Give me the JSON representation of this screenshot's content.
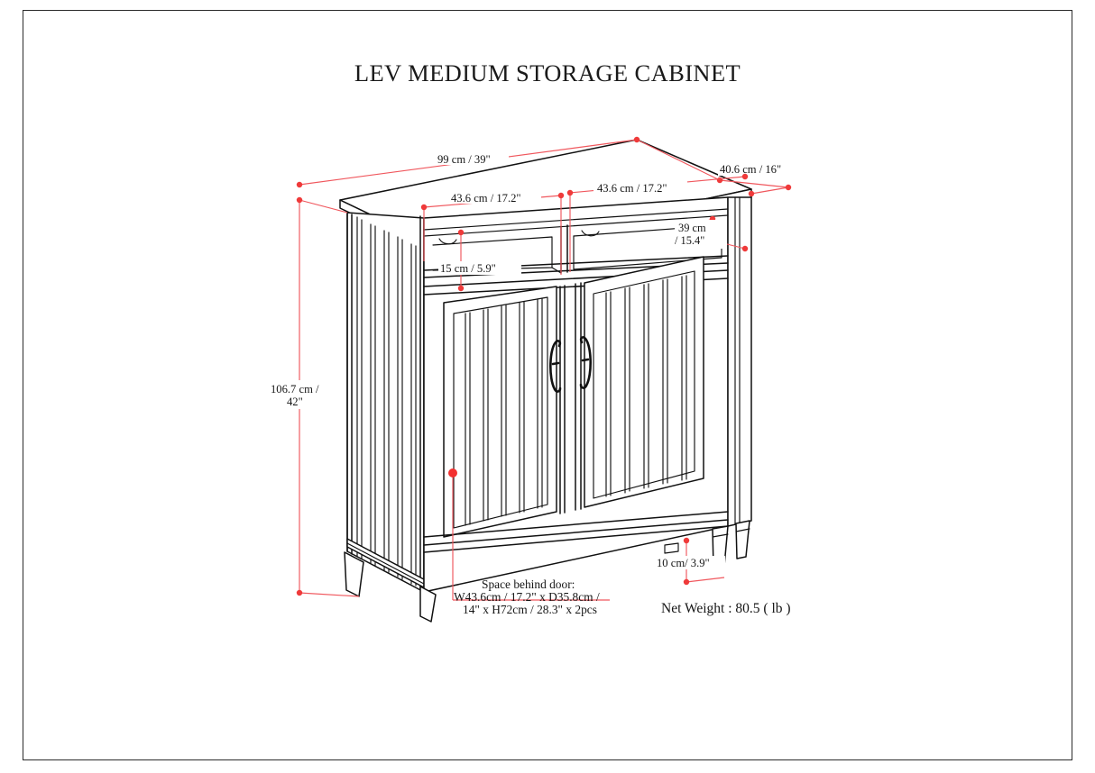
{
  "page": {
    "title": "LEV MEDIUM STORAGE CABINET",
    "border_color": "#2b2b2b",
    "background": "#ffffff"
  },
  "drawing": {
    "type": "furniture-dimension-diagram",
    "product": "Lev Medium Storage Cabinet",
    "line_color": "#111111",
    "dimension_color": "#f0575d",
    "dimension_dot_color": "#ef3a3a"
  },
  "dimensions": {
    "overall_width": "99 cm / 39\"",
    "overall_depth": "40.6 cm / 16\"",
    "overall_height": "106.7 cm /\n42\"",
    "overall_height_line1": "106.7 cm /",
    "overall_height_line2": "42\"",
    "cubby_width_left": "43.6 cm / 17.2\"",
    "cubby_width_right": "43.6 cm / 17.2\"",
    "cubby_height": "15 cm / 5.9\"",
    "shelf_depth": "39 cm",
    "shelf_depth_line2": "/ 15.4\"",
    "leg_height": "10 cm/ 3.9\""
  },
  "notes": {
    "space_behind_door_line1": "Space behind door:",
    "space_behind_door_line2": "W43.6cm / 17.2\" x D35.8cm /",
    "space_behind_door_line3": "14\" x H72cm / 28.3\" x 2pcs",
    "net_weight": "Net Weight : 80.5 ( lb )"
  },
  "features": {
    "door_count": 2,
    "cubby_count": 2,
    "leg_count": 4,
    "handle_count": 2,
    "slat_panel": "vertical-slats"
  }
}
